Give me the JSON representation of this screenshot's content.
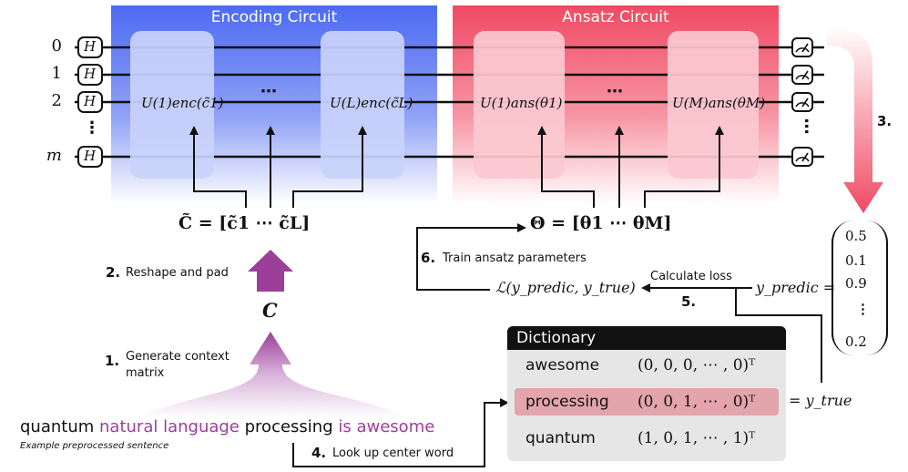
{
  "encoding_title": "Encoding Circuit",
  "ansatz_title": "Ansatz Circuit",
  "measurement_label": "Measurement",
  "qubit_labels": [
    "0",
    "1",
    "2",
    "⋮",
    "m"
  ],
  "hadamard_label": "H",
  "dots": "⋯",
  "enc_gates": [
    "U(1)enc(c̃1)",
    "U(L)enc(c̃L)"
  ],
  "ans_gates": [
    "U(1)ans(θ1)",
    "U(M)ans(θM)"
  ],
  "c_tilde_expr": "C̃ = [c̃1 ⋯ c̃L]",
  "theta_expr": "Θ = [θ1 ⋯ θM]",
  "c_symbol": "C",
  "steps": {
    "s1_num": "1.",
    "s1_text_a": "Generate context",
    "s1_text_b": "matrix",
    "s2_num": "2.",
    "s2_text": "Reshape and pad",
    "s3_num": "3.",
    "s4_num": "4.",
    "s4_text": "Look up center word",
    "s5_num": "5.",
    "s5_text": "Calculate loss",
    "s6_num": "6.",
    "s6_text": "Train ansatz parameters"
  },
  "loss_expr": "ℒ(y_predic, y_true)",
  "y_predic_label": "y_predic =",
  "y_predic_values": [
    "0.5",
    "0.1",
    "0.9",
    "⋮",
    "0.2"
  ],
  "y_true_label": "= y_true",
  "sentence": {
    "w1": "quantum",
    "w2": "natural language",
    "w3": "processing",
    "w4": "is awesome",
    "caption": "Example preprocessed sentence",
    "accent_color": "#9b3f9b"
  },
  "dictionary": {
    "title": "Dictionary",
    "rows": [
      {
        "word": "awesome",
        "vector": "(0, 0, 0, ⋯ , 0)ᵀ"
      },
      {
        "word": "processing",
        "vector": "(0, 0, 1, ⋯ , 0)ᵀ"
      },
      {
        "word": "quantum",
        "vector": "(1, 0, 1, ⋯ , 1)ᵀ"
      }
    ],
    "highlight_color": "#e3a4ac"
  },
  "colors": {
    "encoding": "#4d6bf2",
    "ansatz": "#f04a63",
    "arrow_purple": "#9b3f9b"
  }
}
